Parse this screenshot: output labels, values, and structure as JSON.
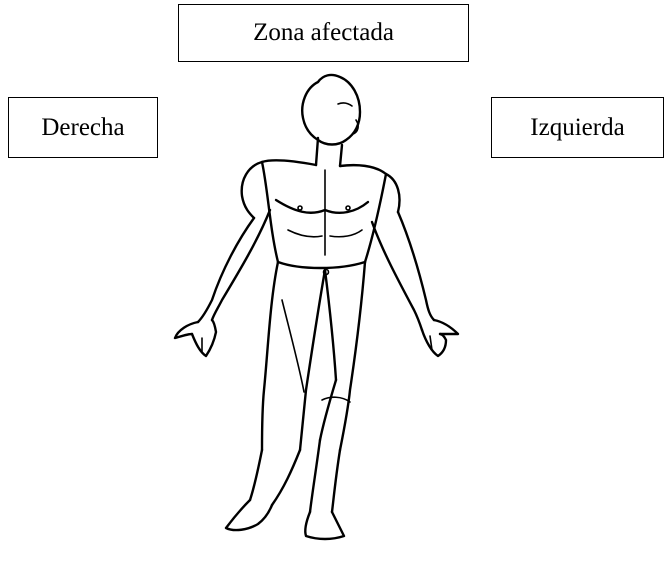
{
  "labels": {
    "top": "Zona afectada",
    "left": "Derecha",
    "right": "Izquierda"
  }
}
